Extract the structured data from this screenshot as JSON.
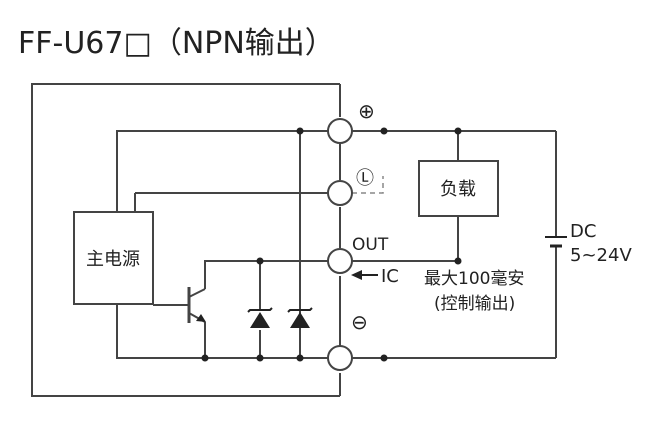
{
  "title": "FF-U67□（NPN输出）",
  "terminals": {
    "plus_symbol": "⊕",
    "l_symbol": "Ⓛ",
    "out_label": "OUT",
    "minus_symbol": "⊖"
  },
  "blocks": {
    "power_supply": "主电源",
    "load": "负载"
  },
  "current": {
    "label": "IC",
    "max_line": "最大100毫安",
    "note_line": "(控制输出)"
  },
  "supply": {
    "label": "DC",
    "voltage": "5~24V"
  }
}
